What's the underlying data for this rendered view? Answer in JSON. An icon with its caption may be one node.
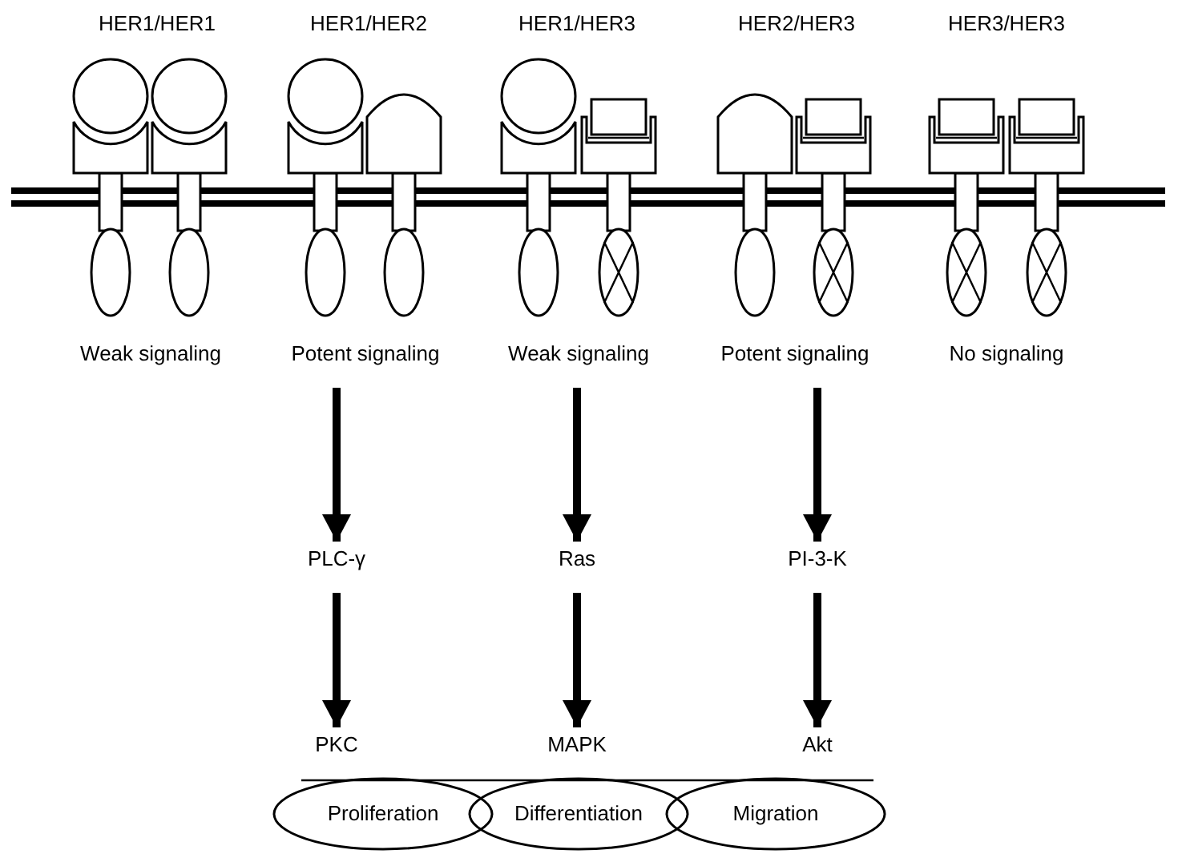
{
  "diagram": {
    "nodes": [
      {
        "text": [
          "Weak signaling"
        ]
      },
      {
        "text": [
          "Potent signaling"
        ]
      },
      {
        "text": [
          "Weak signaling"
        ]
      },
      {
        "text": [
          "Potent signaling"
        ]
      },
      {
        "text": [
          "No signaling"
        ]
      },
      {
        "text": [
          "PLC-γ"
        ]
      },
      {
        "text": [
          "Ras"
        ]
      },
      {
        "text": [
          "PI-3-K"
        ]
      },
      {
        "text": [
          "PKC"
        ]
      },
      {
        "text": [
          "MAPK"
        ]
      },
      {
        "text": [
          "Akt"
        ]
      },
      {
        "text": [
          "Proliferation"
        ]
      },
      {
        "text": [
          "Differentiation"
        ]
      },
      {
        "text": [
          "Migration"
        ]
      }
    ],
    "edges": [
      {
        "from": 1,
        "to": 5,
        "arrow": "to"
      },
      {
        "from": 2,
        "to": 6,
        "arrow": "to"
      },
      {
        "from": 3,
        "to": 7,
        "arrow": "to"
      },
      {
        "from": 5,
        "to": 8,
        "arrow": "to"
      },
      {
        "from": 6,
        "to": 9,
        "arrow": "to"
      },
      {
        "from": 7,
        "to": 10,
        "arrow": "to"
      }
    ],
    "labels": [
      "HER1/HER1",
      "HER1/HER2",
      "HER1/HER3",
      "HER2/HER3",
      "HER3/HER3"
    ]
  }
}
